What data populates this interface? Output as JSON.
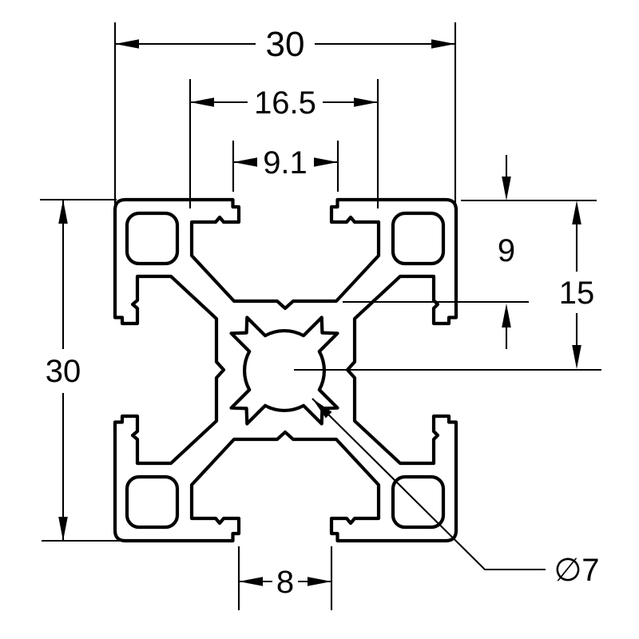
{
  "drawing": {
    "kind": "technical cross-section drawing",
    "subject": "30x30 T-slot aluminium extrusion profile",
    "units_shown": "mm",
    "labels": {
      "overall_width": "30",
      "overall_height": "30",
      "cavity_width": "16.5",
      "mouth_width": "9.1",
      "slot_depth": "9",
      "center_offset": "15",
      "slot_opening": "8",
      "center_bore": "∅7"
    },
    "line_color": "#000000",
    "background_color": "#ffffff"
  }
}
